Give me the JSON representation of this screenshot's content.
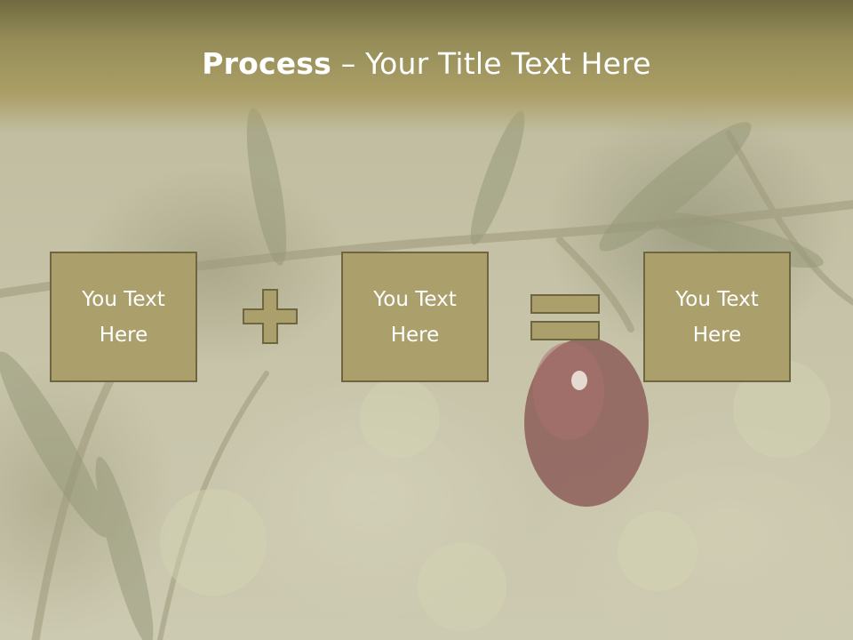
{
  "slide": {
    "title_bold": "Process",
    "title_separator": " – ",
    "title_rest": "Your Title Text Here",
    "boxes": [
      {
        "label": "You Text\nHere"
      },
      {
        "label": "You Text\nHere"
      },
      {
        "label": "You Text\nHere"
      }
    ],
    "operators": [
      "plus-icon",
      "equals-icon"
    ]
  },
  "colors": {
    "title_band": "#958c58",
    "box_fill": "#ab9f6c",
    "box_border": "#6e6640",
    "text": "#ffffff",
    "olive_fruit": "#6b1f24"
  }
}
